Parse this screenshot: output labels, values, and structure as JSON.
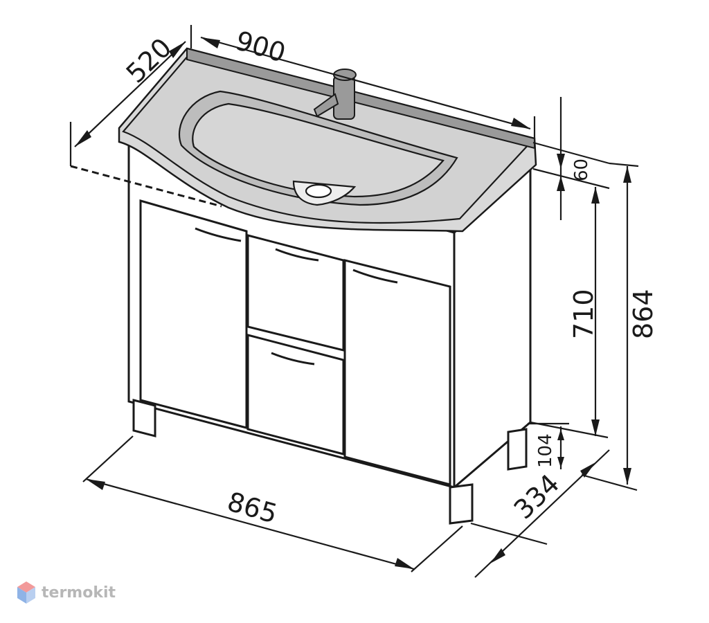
{
  "diagram": {
    "dimensions": {
      "top_width": "900",
      "depth_top": "520",
      "top_height": "60",
      "body_height": "710",
      "total_height": "864",
      "leg_height": "104",
      "base_depth": "334",
      "base_width": "865"
    }
  },
  "watermark": {
    "text": "termokit",
    "colors": {
      "logo_red": "#f29a9a",
      "logo_blue": "#8fb3e6"
    }
  }
}
